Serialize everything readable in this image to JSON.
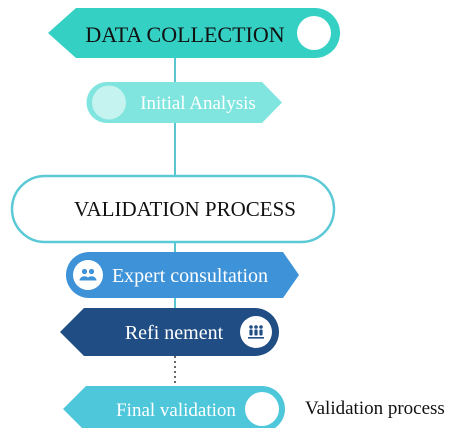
{
  "steps": {
    "data_collection": {
      "label": "DATA COLLECTION"
    },
    "initial_analysis": {
      "label": "Initial Analysis"
    },
    "validation_process": {
      "label": "VALIDATION PROCESS"
    },
    "expert_consultation": {
      "label": "Expert consultation",
      "icon": "people-icon"
    },
    "refinement": {
      "label": "Refi nement",
      "icon": "group-icon"
    },
    "final_validation": {
      "label": "Final validation"
    }
  },
  "caption": "Validation process",
  "colors": {
    "teal": "#34d0c4",
    "light_teal": "#7fe5de",
    "outline": "#5cc9d6",
    "blue": "#3e92d8",
    "navy": "#1f4d84",
    "final": "#4ec7da",
    "connector": "#5ac4cf"
  }
}
